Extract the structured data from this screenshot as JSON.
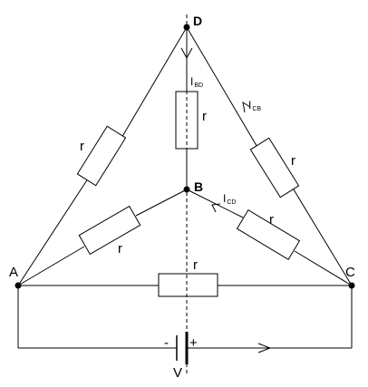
{
  "nodes": {
    "D": "D",
    "B": "B",
    "A": "A",
    "C": "C"
  },
  "resistors": {
    "ad": "r",
    "ab": "r",
    "bd": "r",
    "cd": "r",
    "bc": "r",
    "ac": "r"
  },
  "currents": {
    "bd": {
      "main": "I",
      "sub": "BD"
    },
    "cb": {
      "main": "I",
      "sub": "CB"
    },
    "cd": {
      "main": "I",
      "sub": "CD"
    }
  },
  "battery": {
    "minus": "-",
    "plus": "+",
    "label": "V"
  },
  "colors": {
    "line": "#000000",
    "background": "#ffffff"
  }
}
